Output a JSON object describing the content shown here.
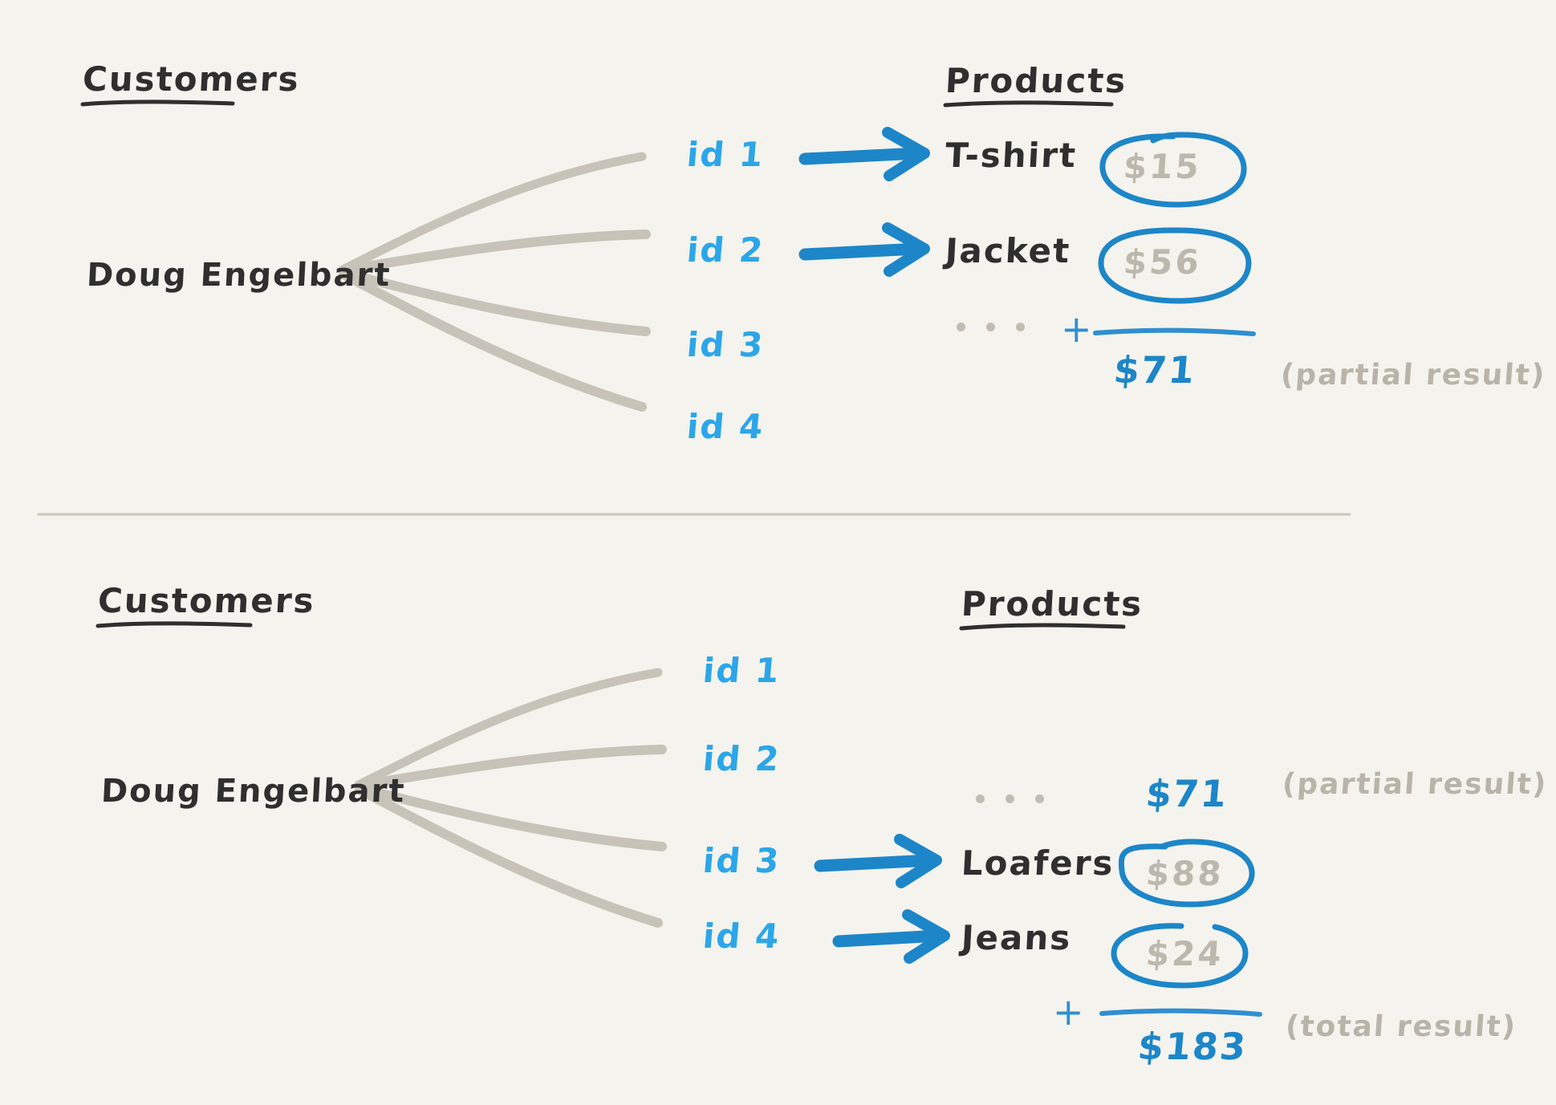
{
  "colors": {
    "background": "#f4f3ee",
    "ink_dark": "#2f2f2f",
    "ink_gray": "#bdb8ad",
    "accent_blue": "#2ca6e8",
    "accent_blue_deep": "#1d86c8",
    "branch_gray": "#c8c3b8",
    "divider": "#cbc6bb"
  },
  "panels": [
    {
      "id": "top-panel",
      "customers_heading": "Customers",
      "products_heading": "Products",
      "customer_name": "Doug Engelbart",
      "ids": [
        "id 1",
        "id 2",
        "id 3",
        "id 4"
      ],
      "rows": [
        {
          "id": "id 1",
          "product": "T-shirt",
          "price": "$15",
          "circled": true,
          "arrow": true
        },
        {
          "id": "id 2",
          "product": "Jacket",
          "price": "$56",
          "circled": true,
          "arrow": true
        },
        {
          "id": "id 3",
          "product": "",
          "price": "",
          "circled": false,
          "arrow": false
        },
        {
          "id": "id 4",
          "product": "",
          "price": "",
          "circled": false,
          "arrow": false
        }
      ],
      "ellipsis": "...",
      "plus_sign": "+",
      "sum_value": "$71",
      "sum_note": "(partial result)"
    },
    {
      "id": "bottom-panel",
      "customers_heading": "Customers",
      "products_heading": "Products",
      "customer_name": "Doug Engelbart",
      "ids": [
        "id 1",
        "id 2",
        "id 3",
        "id 4"
      ],
      "rows": [
        {
          "id": "id 1",
          "product": "",
          "price": "",
          "circled": false,
          "arrow": false
        },
        {
          "id": "id 2",
          "product": "",
          "price": "",
          "circled": false,
          "arrow": false
        },
        {
          "id": "id 3",
          "product": "Loafers",
          "price": "$88",
          "circled": true,
          "arrow": true
        },
        {
          "id": "id 4",
          "product": "Jeans",
          "price": "$24",
          "circled": true,
          "arrow": true
        }
      ],
      "ellipsis": "...",
      "carried_value": "$71",
      "carried_note": "(partial result)",
      "plus_sign": "+",
      "sum_value": "$183",
      "sum_note": "(total result)"
    }
  ]
}
